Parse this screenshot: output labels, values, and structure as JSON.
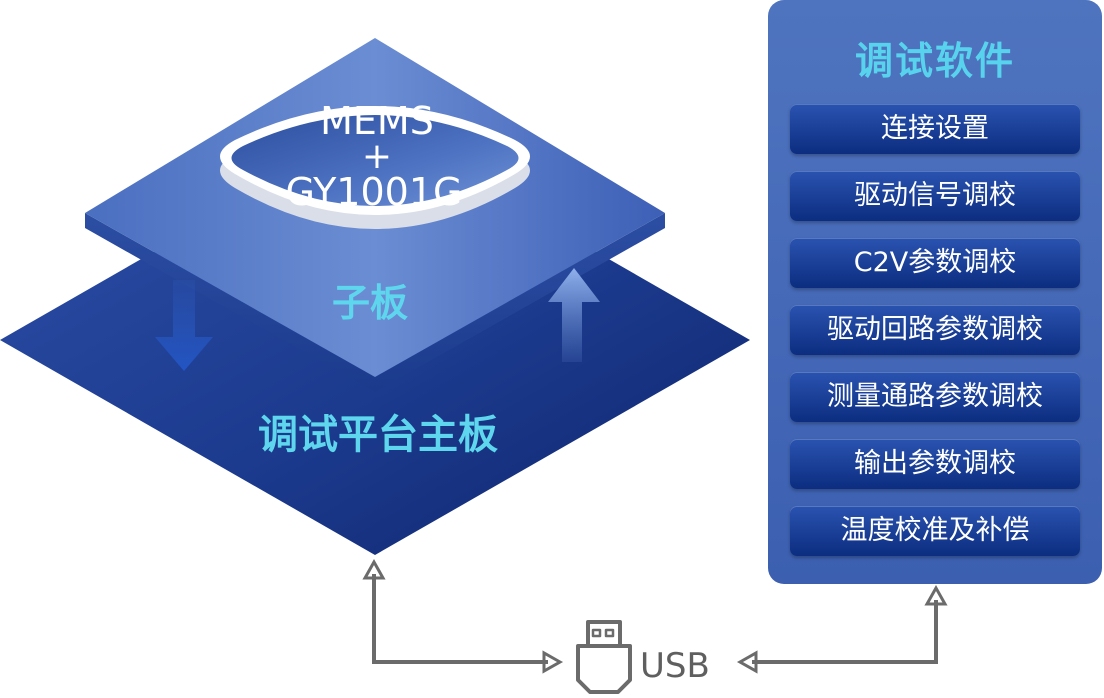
{
  "diagram": {
    "chip_line1": "MEMS",
    "chip_plus": "+",
    "chip_line2": "GY1001G",
    "subboard_label": "子板",
    "mainboard_label": "调试平台主板",
    "usb_label": "USB"
  },
  "software": {
    "title": "调试软件",
    "items": [
      {
        "label": "连接设置"
      },
      {
        "label": "驱动信号调校"
      },
      {
        "label": "C2V参数调校"
      },
      {
        "label": "驱动回路参数调校"
      },
      {
        "label": "测量通路参数调校"
      },
      {
        "label": "输出参数调校"
      },
      {
        "label": "温度校准及补偿"
      }
    ]
  },
  "colors": {
    "accent_cyan": "#58d3ee",
    "panel_blue": "#4668b6",
    "button_blue": "#163a92",
    "arrow_gray": "#6b6b6b"
  }
}
